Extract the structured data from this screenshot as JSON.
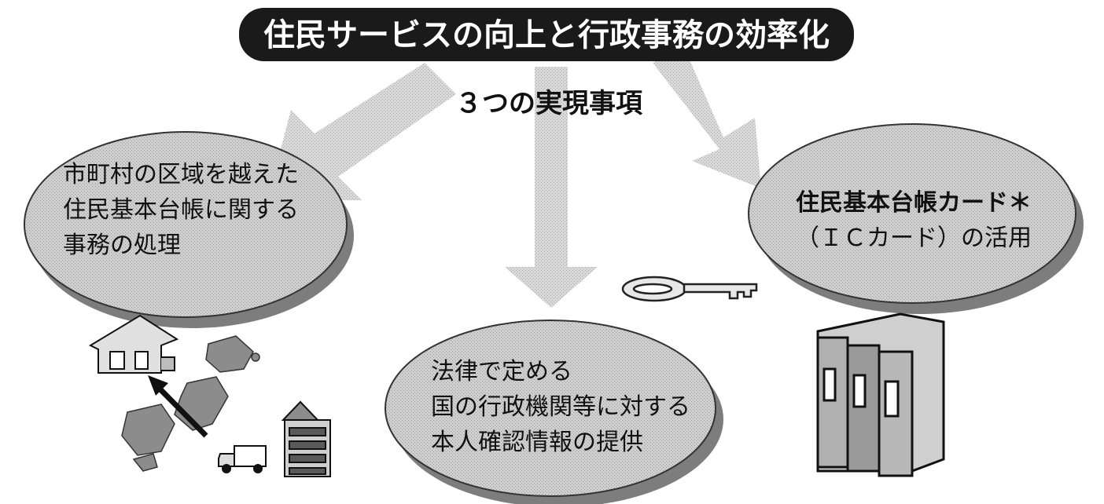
{
  "title": "住民サービスの向上と行政事務の効率化",
  "subtitle": "３つの実現事項",
  "items": [
    {
      "lines": [
        "市町村の区域を越えた",
        "住民基本台帳に関する",
        "事務の処理"
      ]
    },
    {
      "lines": [
        "法律で定める",
        "国の行政機関等に対する",
        "本人確認情報の提供"
      ]
    },
    {
      "lines": [
        "住民基本台帳カード＊",
        "（ＩＣカード）の活用"
      ]
    }
  ],
  "colors": {
    "title_bg": "#1a1a1a",
    "oval_fill": "#c9c9c9",
    "oval_shadow": "#8a8a8a",
    "arrow_fill": "#d6d6d6"
  },
  "icons": [
    "house-icon",
    "japan-map-icon",
    "arrow-icon",
    "truck-icon",
    "building-icon",
    "key-icon",
    "binders-icon"
  ]
}
